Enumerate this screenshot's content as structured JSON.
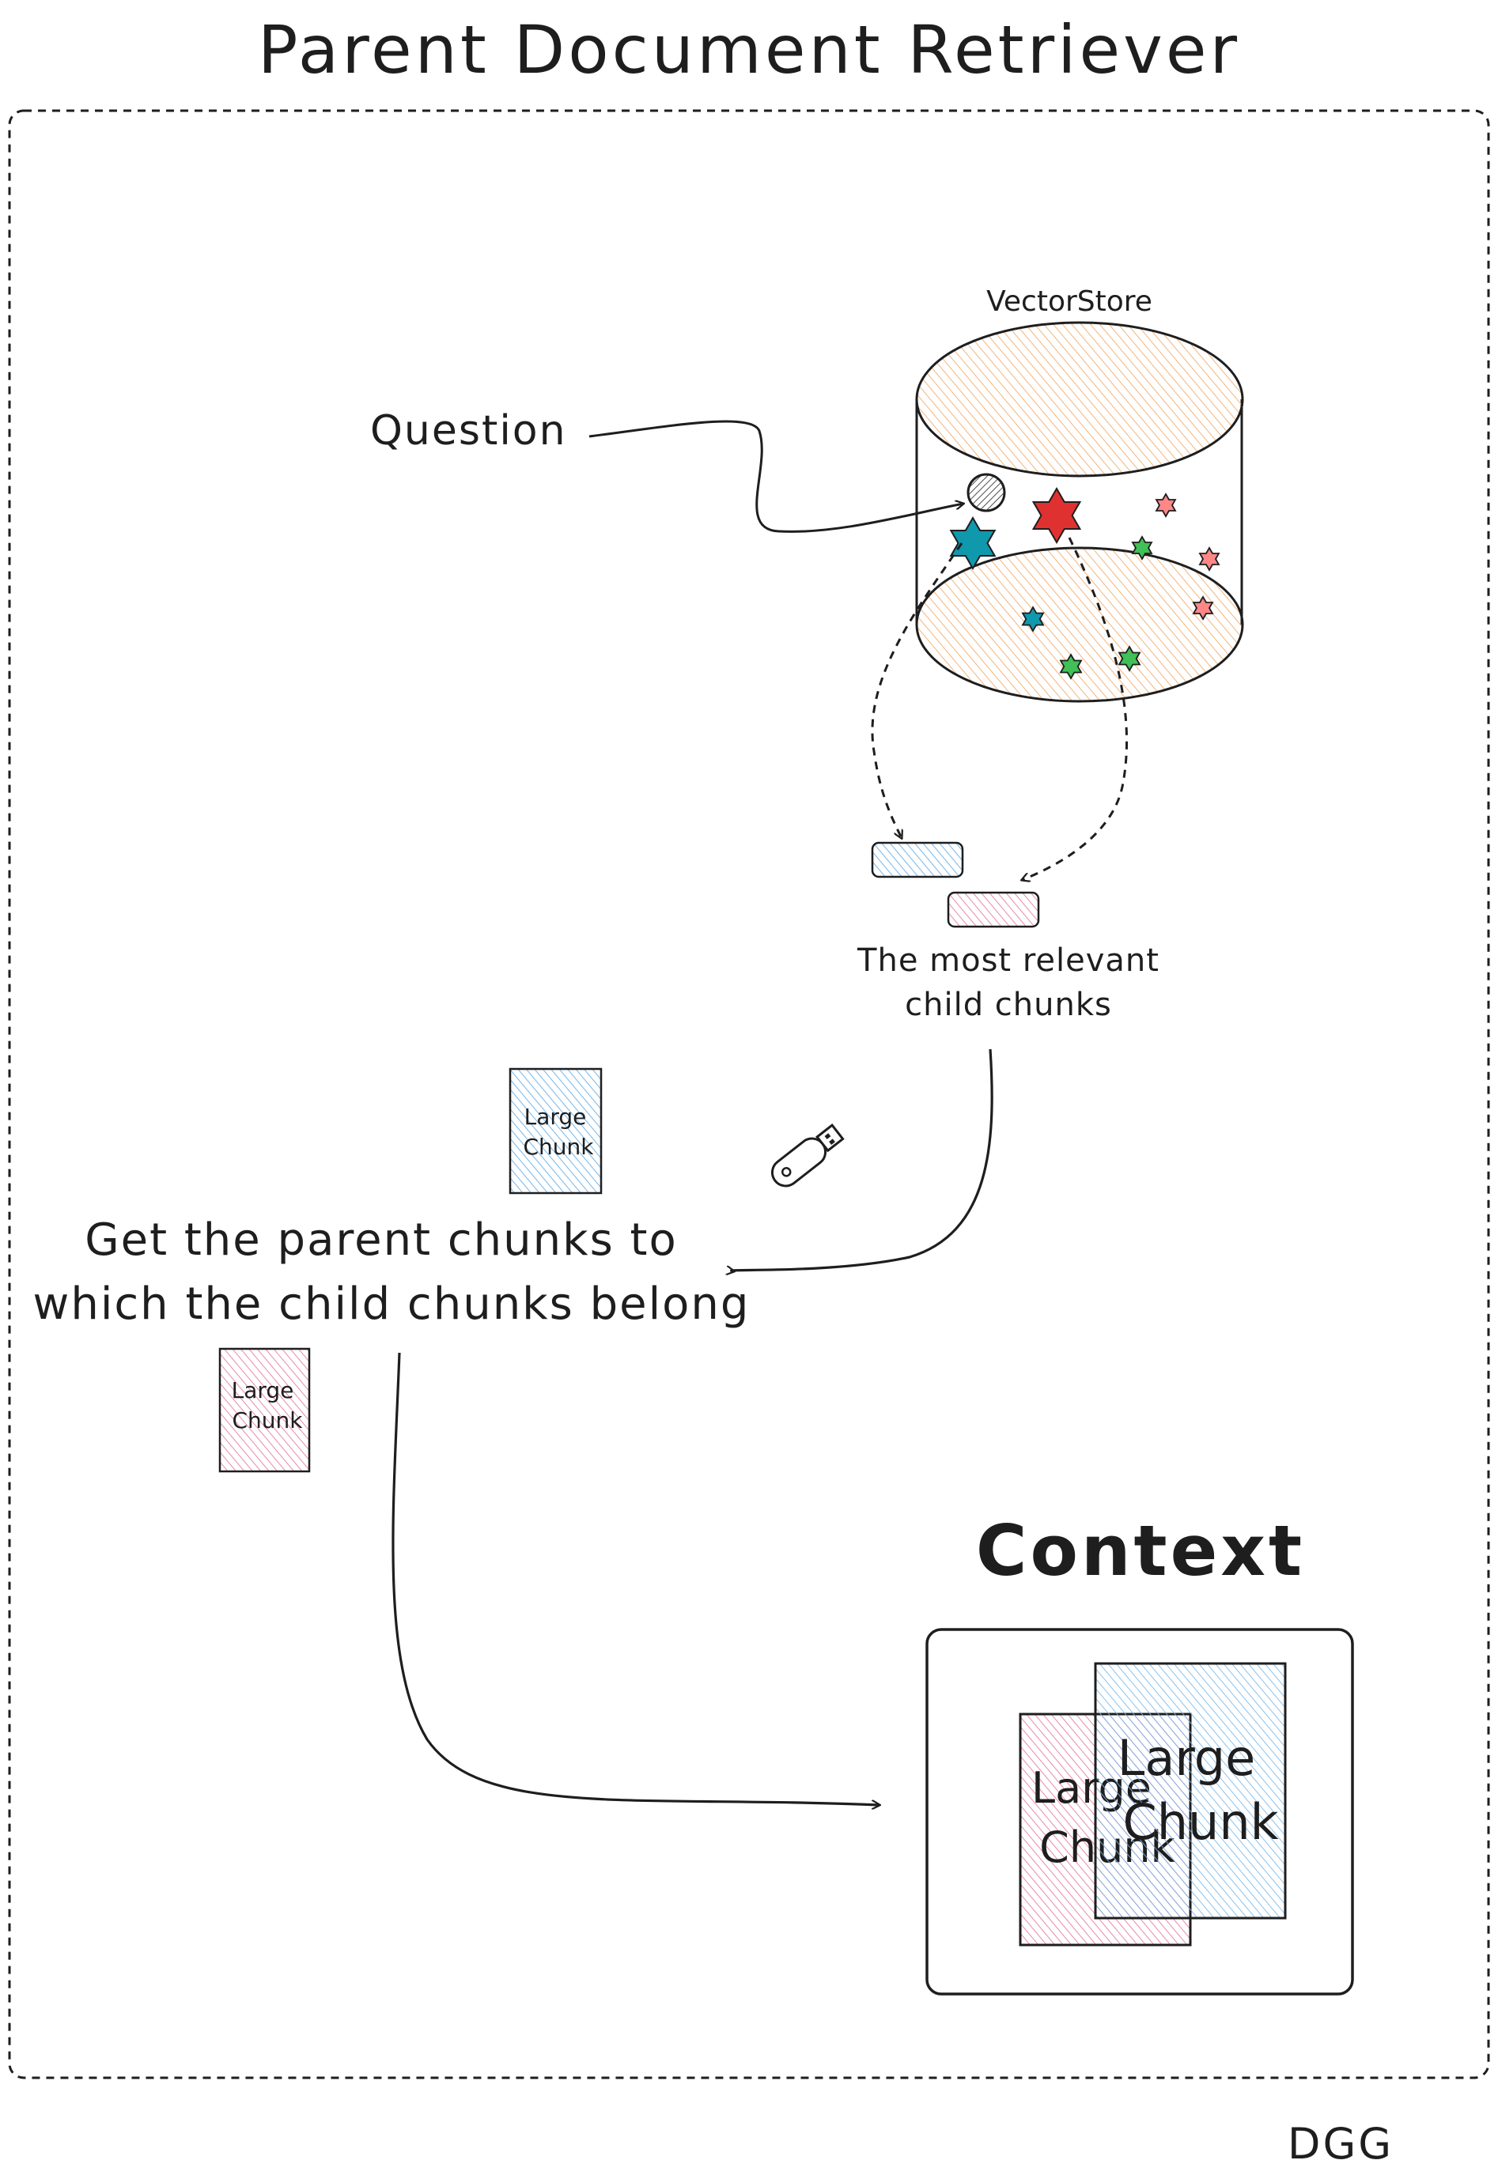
{
  "title": "Parent Document Retriever",
  "vectorstore_label": "VectorStore",
  "question_label": "Question",
  "relevant_label": [
    "The most relevant",
    "child chunks"
  ],
  "parent_label": [
    "Get the parent chunks to",
    "which the child chunks belong"
  ],
  "context_label": "Context",
  "chunk_label": [
    "Large",
    "Chunk"
  ],
  "signature": "DGG",
  "colors": {
    "blue_fill": "#a5d8ff",
    "blue_stroke": "#1971c2",
    "pink_fill": "#fcc2d7",
    "pink_stroke": "#c2255c",
    "orange_fill": "#ffd8a8",
    "red_star": "#e03131",
    "teal_star": "#1098ad",
    "green_star": "#2f9e44",
    "ink": "#1e1e1e"
  }
}
